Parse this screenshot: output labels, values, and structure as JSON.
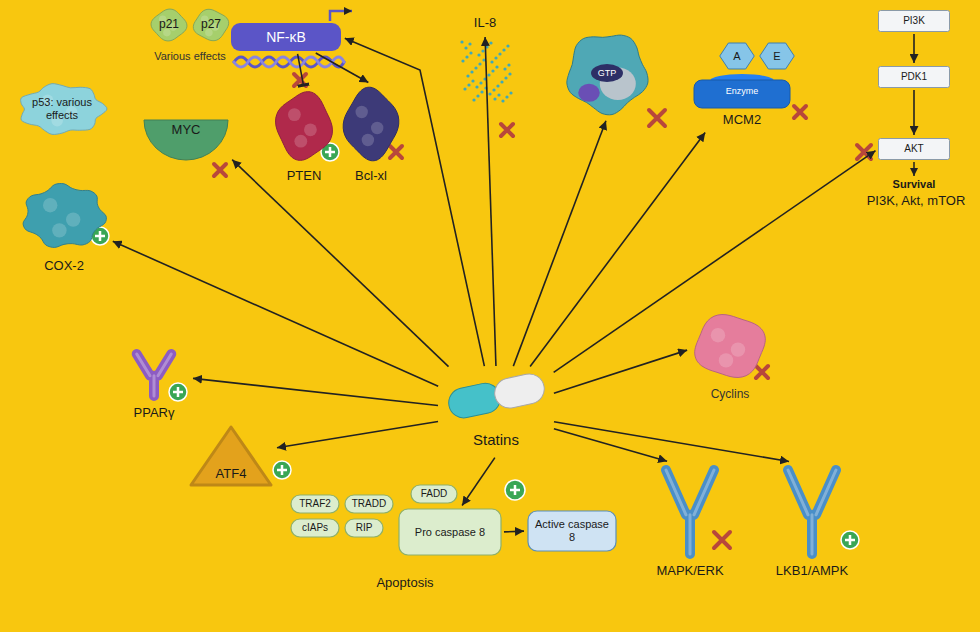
{
  "diagram": {
    "nodes": [
      {
        "text": [
          "NF-κB"
        ]
      },
      {
        "text": [
          "PTEN"
        ]
      },
      {
        "text": [
          "Bcl-xl"
        ]
      },
      {
        "text": [
          "p21"
        ]
      },
      {
        "text": [
          "p27"
        ]
      },
      {
        "text": [
          "IL-8"
        ]
      },
      {
        "text": [
          "GTP"
        ]
      },
      {
        "text": [
          "A"
        ]
      },
      {
        "text": [
          "E"
        ]
      },
      {
        "text": [
          "Enzyme",
          "MCM2"
        ]
      },
      {
        "text": [
          "PI3K"
        ]
      },
      {
        "text": [
          "PDK1"
        ]
      },
      {
        "text": [
          "AKT"
        ]
      },
      {
        "text": [
          "Cyclins"
        ]
      },
      {
        "text": [
          "LKB1/AMPK"
        ]
      },
      {
        "text": [
          "MAPK/ERK"
        ]
      },
      {
        "text": [
          "Active caspase 8"
        ]
      },
      {
        "text": [
          "Pro caspase 8"
        ]
      },
      {
        "text": [
          "FADD"
        ]
      },
      {
        "text": [
          "TRAF2"
        ]
      },
      {
        "text": [
          "TRADD"
        ]
      },
      {
        "text": [
          "cIAPs"
        ]
      },
      {
        "text": [
          "RIP"
        ]
      },
      {
        "text": [
          "ATF4"
        ]
      },
      {
        "text": [
          "Statins"
        ]
      },
      {
        "text": [
          "PPARγ"
        ]
      },
      {
        "text": [
          "COX-2"
        ]
      },
      {
        "text": [
          "MYC"
        ]
      },
      {
        "text": [
          "p53: various effects"
        ]
      }
    ],
    "edges": [
      {
        "from": 24,
        "to": 0,
        "arrow": "to"
      },
      {
        "from": 24,
        "to": 5,
        "arrow": "to"
      },
      {
        "from": 24,
        "to": 6,
        "arrow": "to"
      },
      {
        "from": 24,
        "to": 9,
        "arrow": "to"
      },
      {
        "from": 24,
        "to": 12,
        "arrow": "to"
      },
      {
        "from": 24,
        "to": 13,
        "arrow": "to"
      },
      {
        "from": 24,
        "to": 14,
        "arrow": "to"
      },
      {
        "from": 24,
        "to": 15,
        "arrow": "to"
      },
      {
        "from": 24,
        "to": 17,
        "arrow": "to"
      },
      {
        "from": 24,
        "to": 23,
        "arrow": "to"
      },
      {
        "from": 24,
        "to": 25,
        "arrow": "to"
      },
      {
        "from": 24,
        "to": 26,
        "arrow": "to"
      },
      {
        "from": 24,
        "to": 27,
        "arrow": "to"
      },
      {
        "from": 0,
        "to": 1,
        "arrow": "to"
      },
      {
        "from": 0,
        "to": 2,
        "arrow": "to"
      },
      {
        "from": 10,
        "to": 11,
        "arrow": "to"
      },
      {
        "from": 11,
        "to": 12,
        "arrow": "to"
      },
      {
        "from": 17,
        "to": 16,
        "arrow": "to"
      }
    ],
    "labels": [
      "Various effects",
      "Survival",
      "PI3K, Akt, mTOR",
      "Apoptosis"
    ]
  }
}
